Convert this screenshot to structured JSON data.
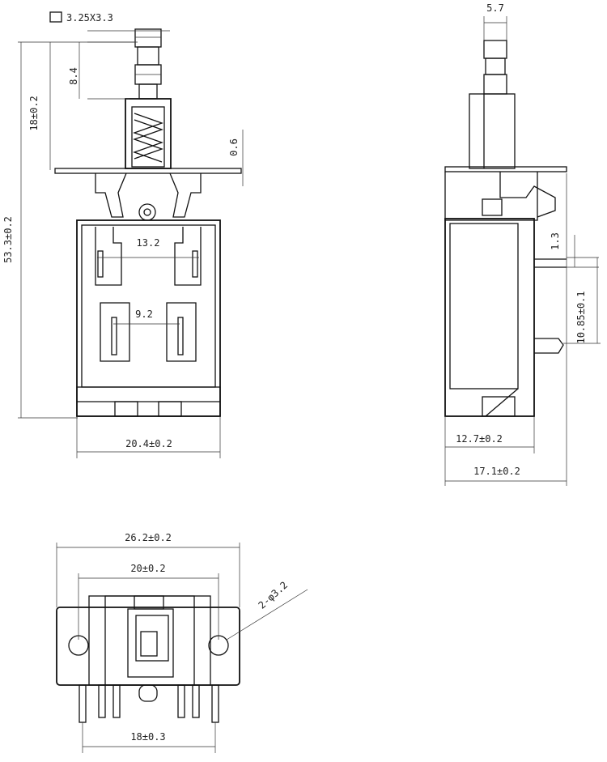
{
  "front_view": {
    "button_size": "3.25X3.3",
    "stroke_length": "8.4",
    "head_height": "18±0.2",
    "flange_thickness": "0.6",
    "overall_height": "53.3±0.2",
    "contact_spacing_outer": "13.2",
    "contact_spacing_inner": "9.2",
    "body_width": "20.4±0.2"
  },
  "side_view": {
    "stem_width": "5.7",
    "pin_offset": "1.3",
    "pin_pitch": "10.85±0.1",
    "body_depth": "12.7±0.2",
    "overall_depth": "17.1±0.2"
  },
  "top_view": {
    "flange_width": "26.2±0.2",
    "hole_spacing": "20±0.2",
    "mounting_holes": "2-φ3.2",
    "pin_spacing": "18±0.3"
  }
}
